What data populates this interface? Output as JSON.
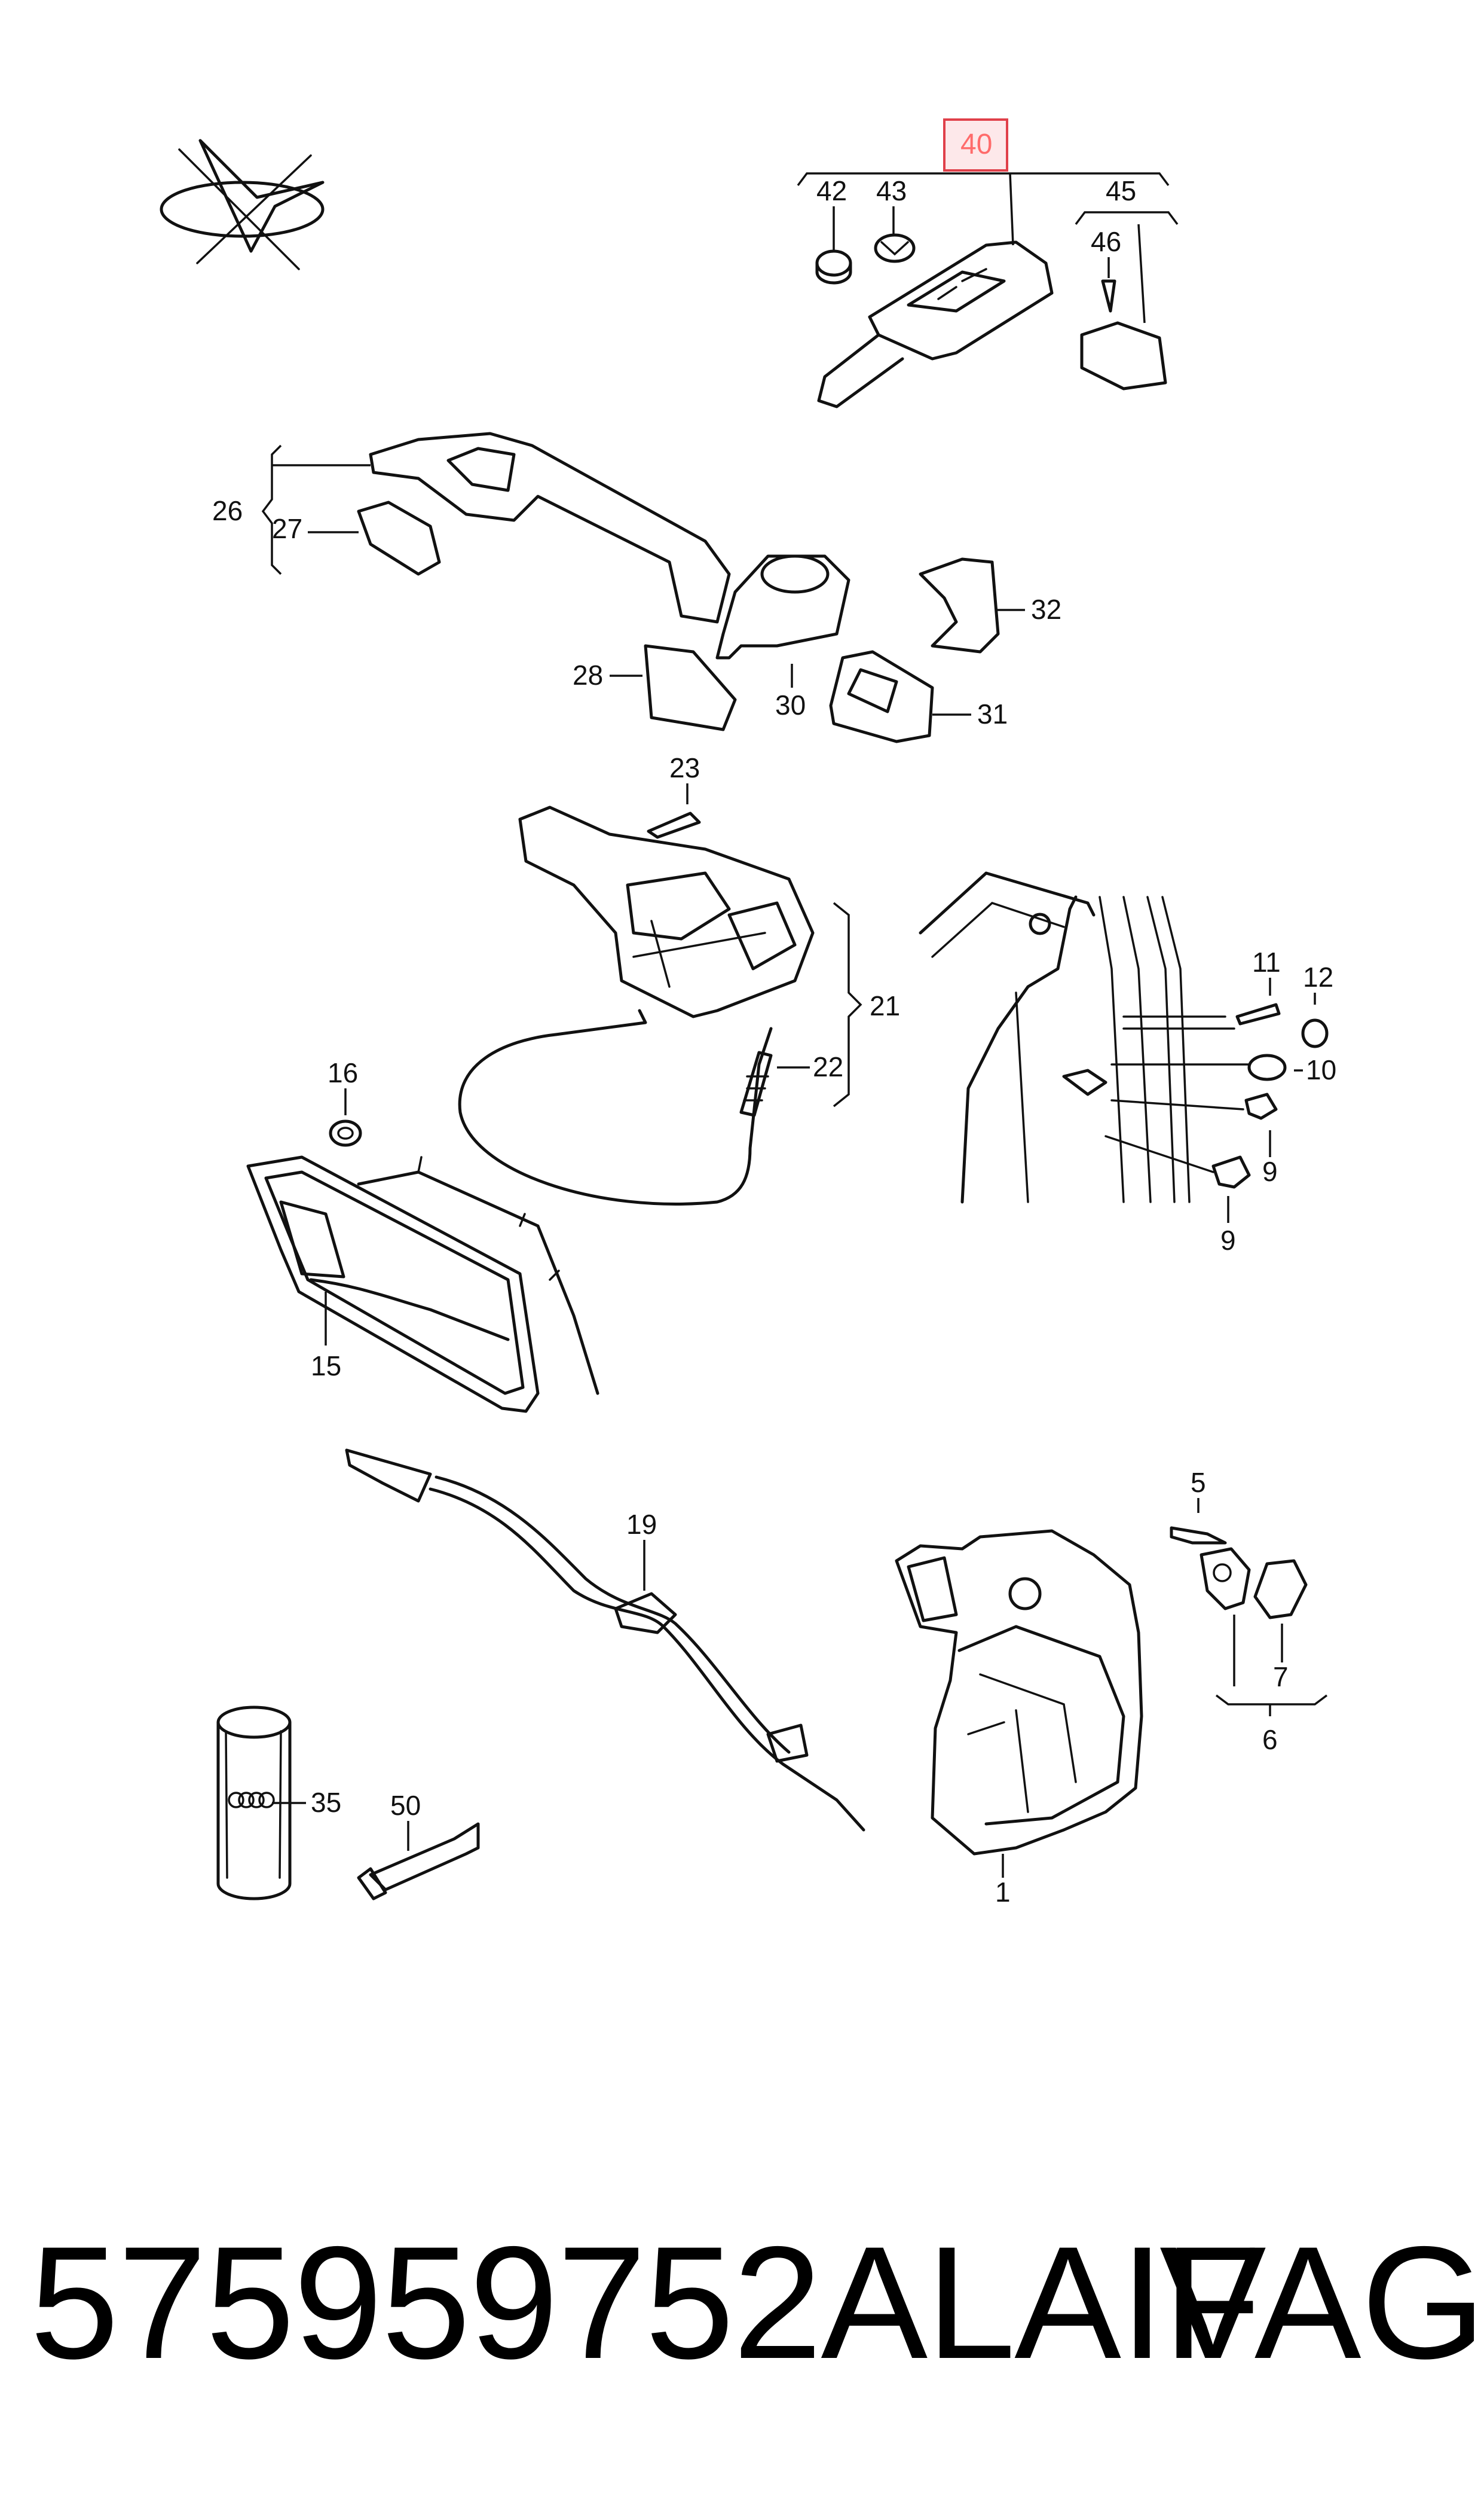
{
  "diagram": {
    "callouts": {
      "c40": "40",
      "c42": "42",
      "c43": "43",
      "c45": "45",
      "c46": "46",
      "c26": "26",
      "c27": "27",
      "c28": "28",
      "c30": "30",
      "c31": "31",
      "c32": "32",
      "c23": "23",
      "c21": "21",
      "c22": "22",
      "c16": "16",
      "c15": "15",
      "c11": "11",
      "c12": "12",
      "c10": "10",
      "c9a": "9",
      "c9b": "9",
      "c19": "19",
      "c5": "5",
      "c7": "7",
      "c6": "6",
      "c1": "1",
      "c35": "35",
      "c50": "50"
    },
    "highlight_color": "#e0404a",
    "highlight_fill": "#fde8ea"
  },
  "footer": {
    "part_number": "575959752ALAIF",
    "brand": "VAG"
  }
}
